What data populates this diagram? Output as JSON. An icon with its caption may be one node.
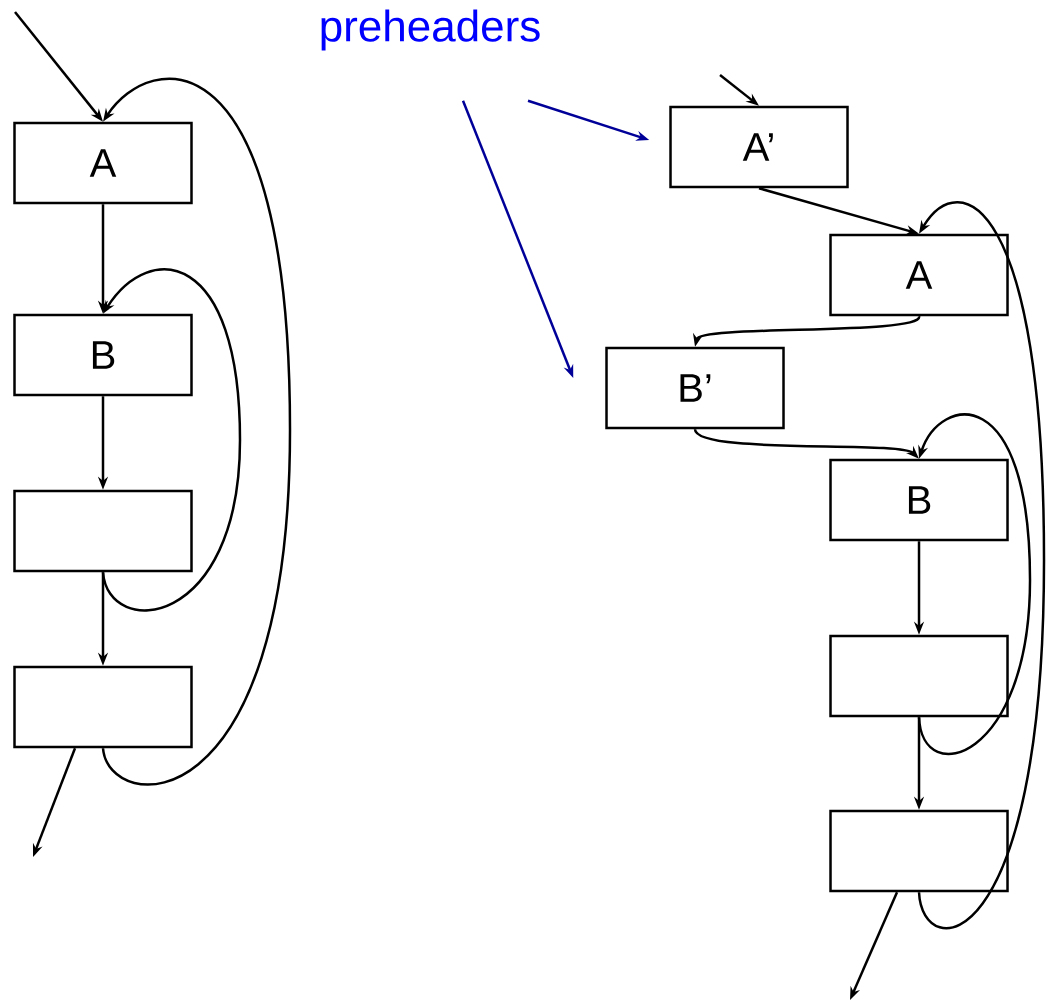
{
  "diagram": {
    "nodes": [
      {
        "text": [
          "A"
        ]
      },
      {
        "text": [
          "B"
        ]
      },
      {
        "text": [],
        "shape": "box"
      },
      {
        "text": [],
        "shape": "box"
      },
      {
        "text": [
          "preheaders"
        ]
      },
      {
        "text": [
          "A’"
        ]
      },
      {
        "text": [
          "A"
        ]
      },
      {
        "text": [
          "B’"
        ]
      },
      {
        "text": [
          "B"
        ]
      },
      {
        "text": [],
        "shape": "box"
      },
      {
        "text": [],
        "shape": "box"
      }
    ],
    "edges": [
      {
        "from": null,
        "to": 0,
        "arrow": "to"
      },
      {
        "from": 0,
        "to": 1,
        "arrow": "to"
      },
      {
        "from": 1,
        "to": 2,
        "arrow": "to"
      },
      {
        "from": 2,
        "to": 3,
        "arrow": "to"
      },
      {
        "from": 2,
        "to": 1,
        "arrow": "to"
      },
      {
        "from": 3,
        "to": 0,
        "arrow": "to"
      },
      {
        "from": 3,
        "to": null,
        "arrow": "to"
      },
      {
        "from": null,
        "to": 5,
        "arrow": "to"
      },
      {
        "from": 5,
        "to": 6,
        "arrow": "to"
      },
      {
        "from": 6,
        "to": 7,
        "arrow": "to"
      },
      {
        "from": 7,
        "to": 8,
        "arrow": "to"
      },
      {
        "from": 8,
        "to": 9,
        "arrow": "to"
      },
      {
        "from": 9,
        "to": 10,
        "arrow": "to"
      },
      {
        "from": 9,
        "to": 8,
        "arrow": "to"
      },
      {
        "from": 10,
        "to": 6,
        "arrow": "to"
      },
      {
        "from": 10,
        "to": null,
        "arrow": "to"
      },
      {
        "from": 4,
        "to": 5,
        "arrow": "to",
        "color": "#000099"
      },
      {
        "from": 4,
        "to": 7,
        "arrow": "to",
        "color": "#000099"
      }
    ]
  }
}
